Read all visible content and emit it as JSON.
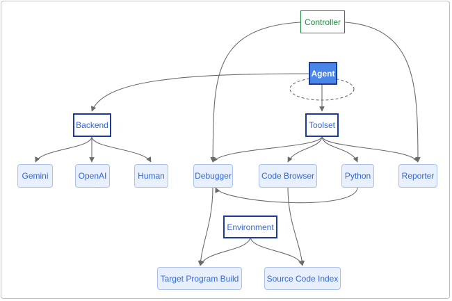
{
  "nodes": {
    "controller": "Controller",
    "agent": "Agent",
    "backend": "Backend",
    "toolset": "Toolset",
    "gemini": "Gemini",
    "openai": "OpenAI",
    "human": "Human",
    "debugger": "Debugger",
    "code_browser": "Code Browser",
    "python": "Python",
    "reporter": "Reporter",
    "environment": "Environment",
    "target_program_build": "Target Program Build",
    "source_code_index": "Source Code Index"
  },
  "colors": {
    "edge": "#6b6b6b",
    "controller_border": "#1e8e3e",
    "agent_fill": "#4a86e8",
    "dark_border": "#1a3a9c",
    "light_fill": "#e8f0fe",
    "text_blue": "#3367d6"
  }
}
